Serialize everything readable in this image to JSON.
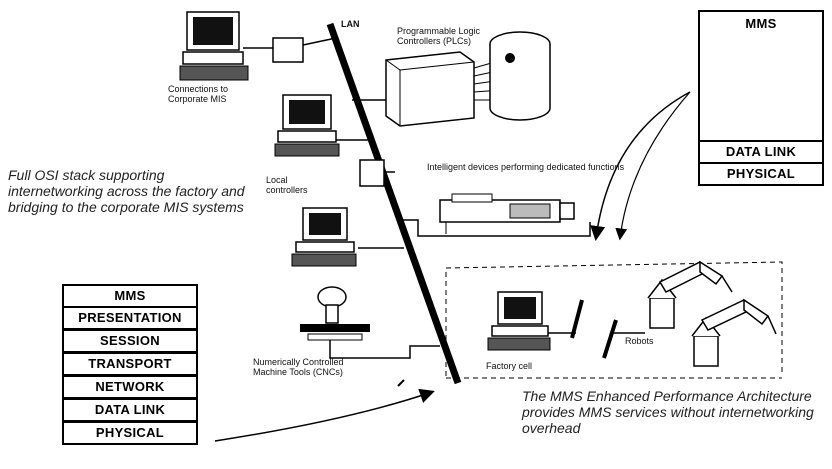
{
  "labels": {
    "lan": "LAN",
    "plc": "Programmable Logic Controllers (PLCs)",
    "corporate": "Connections to Corporate MIS",
    "local": "Local controllers",
    "intelligent": "Intelligent devices performing dedicated functions",
    "nc": "Numerically Controlled Machine Tools (CNCs)",
    "factory": "Factory cell",
    "robots": "Robots"
  },
  "captions": {
    "full_osi": "Full OSI stack supporting internetworking across the factory and bridging to the corporate MIS systems",
    "mms_epa": "The MMS Enhanced Performance Architecture provides MMS services without internetworking overhead"
  },
  "full_stack": [
    "MMS",
    "PRESENTATION",
    "SESSION",
    "TRANSPORT",
    "NETWORK",
    "DATA LINK",
    "PHYSICAL"
  ],
  "epa_stack": {
    "top": "MMS",
    "bottom": [
      "DATA LINK",
      "PHYSICAL"
    ]
  }
}
